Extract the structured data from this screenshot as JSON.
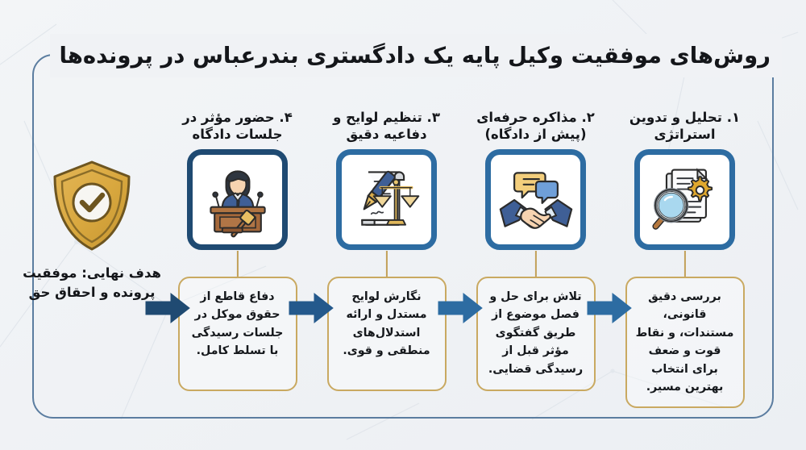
{
  "title": "روش‌های موفقیت وکیل پایه یک دادگستری بندرعباس در پرونده‌ها",
  "colors": {
    "background": "#f0f2f5",
    "frame_border": "#5b7da0",
    "step_box_border": "#2d6ca2",
    "step_box_border_last": "#1f4a72",
    "card_border": "#c9a961",
    "connector": "#c2a159",
    "arrow": "#2d6ca2",
    "arrow_last": "#1f4a72",
    "gold": "#d4a843",
    "text": "#14161a"
  },
  "steps": [
    {
      "number": "۱.",
      "heading": "۱. تحلیل و تدوین استراتژی",
      "icon": "document-magnifier-gear-icon",
      "description": "بررسی دقیق قانونی، مستندات، و نقاط قوت و ضعف برای انتخاب بهترین مسیر."
    },
    {
      "number": "۲.",
      "heading": "۲. مذاکره حرفه‌ای (پیش از دادگاه)",
      "icon": "handshake-speech-bubbles-icon",
      "description": "تلاش برای حل و فصل موضوع از طریق گفتگوی مؤثر قبل از رسیدگی قضایی."
    },
    {
      "number": "۳.",
      "heading": "۳. تنظیم لوایح و دفاعیه دقیق",
      "icon": "scroll-pen-scales-icon",
      "description": "نگارش لوایح مستدل و ارائه استدلال‌های منطقی و قوی."
    },
    {
      "number": "۴.",
      "heading": "۴. حضور مؤثر در جلسات دادگاه",
      "icon": "judge-podium-gavel-icon",
      "description": "دفاع قاطع از حقوق موکل در جلسات رسیدگی با تسلط کامل."
    }
  ],
  "goal": {
    "icon": "shield-check-icon",
    "text": "هدف نهایی: موفقیت پرونده و احقاق حق"
  },
  "arrows": {
    "icon": "arrow-right-icon",
    "count": 4
  }
}
